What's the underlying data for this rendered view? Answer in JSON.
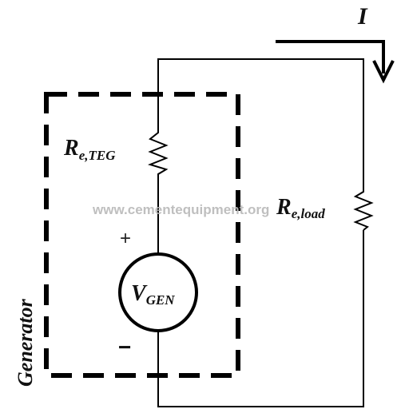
{
  "labels": {
    "current": "I",
    "re_teg_main": "R",
    "re_teg_sub": "e,TEG",
    "re_load_main": "R",
    "re_load_sub": "e,load",
    "vgen_main": "V",
    "vgen_sub": "GEN",
    "plus": "+",
    "minus": "−",
    "generator": "Generator"
  },
  "watermark": "www.cementequipment.org",
  "colors": {
    "wire": "#000000",
    "watermark": "#b9b9b9"
  }
}
